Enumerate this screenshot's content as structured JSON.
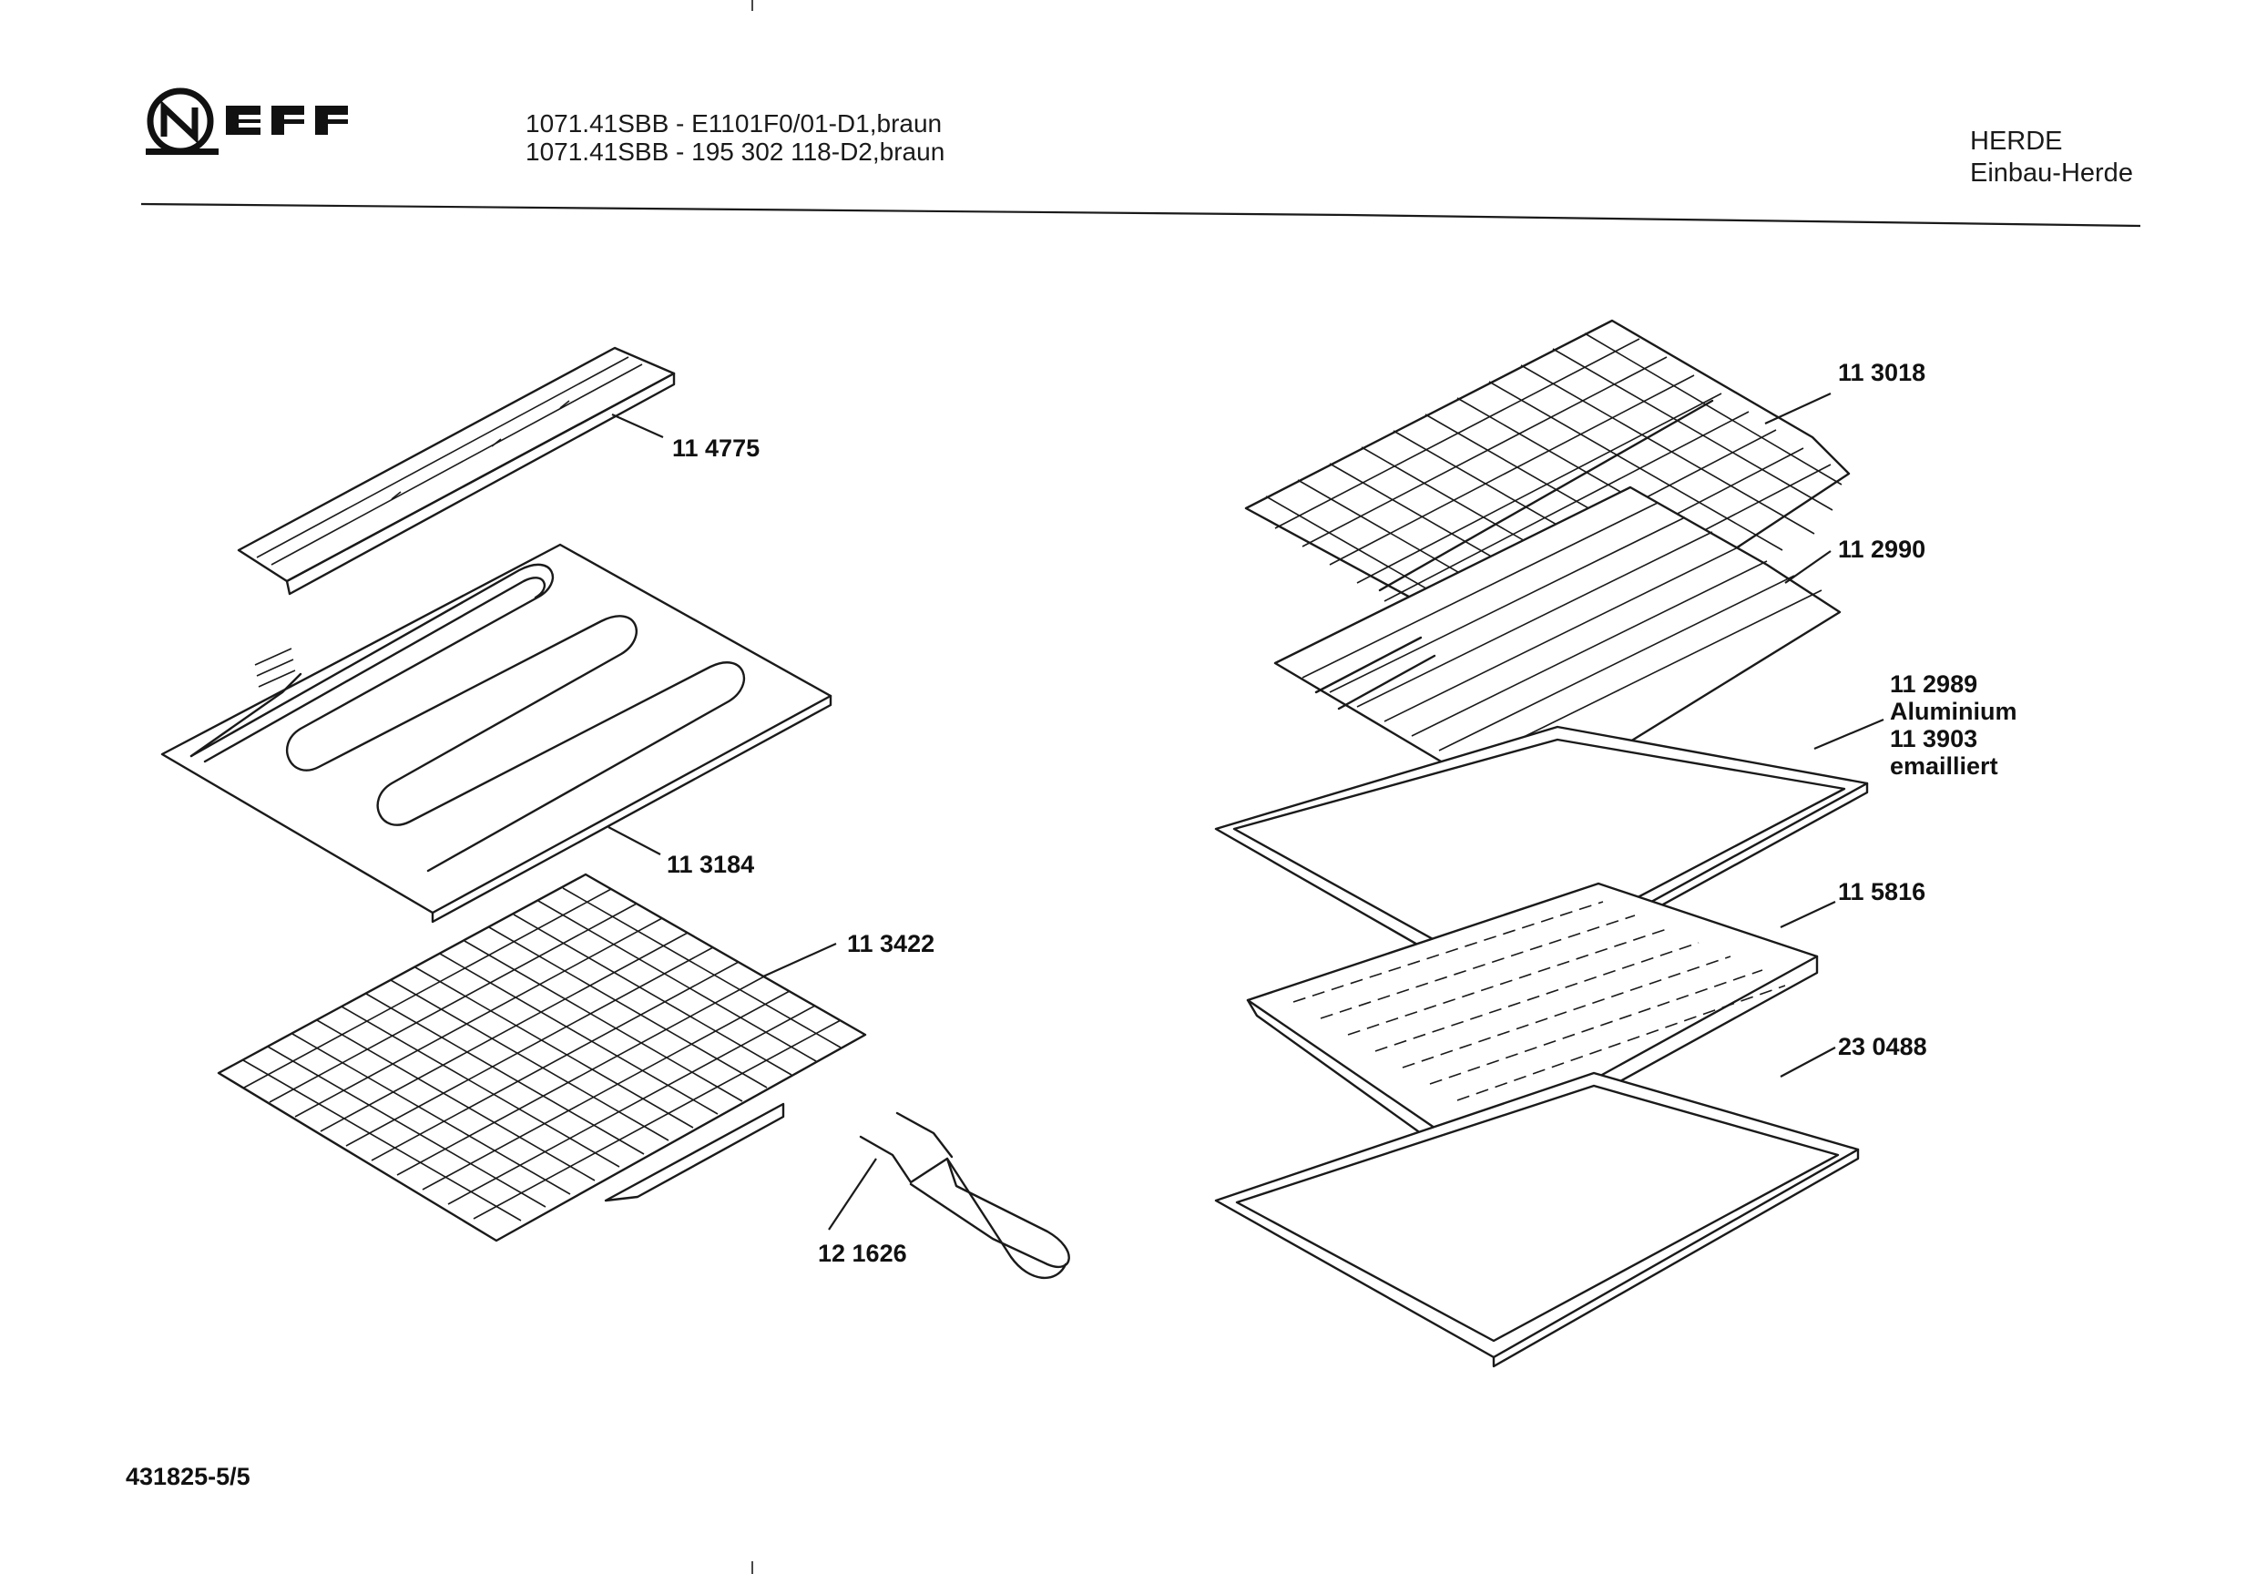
{
  "header": {
    "brand": "NEFF",
    "model_lines": [
      "1071.41SBB - E1101F0/01-D1,braun",
      "1071.41SBB - 195 302 118-D2,braun"
    ],
    "category": "HERDE",
    "subcategory": "Einbau-Herde"
  },
  "parts": [
    {
      "number": "11 4775"
    },
    {
      "number": "11 3184"
    },
    {
      "number": "11 3422"
    },
    {
      "number": "12 1626"
    },
    {
      "number": "11 3018"
    },
    {
      "number": "11 2990"
    },
    {
      "number": "11 2989",
      "note": "Aluminium"
    },
    {
      "number": "11 3903",
      "note": "emailliert"
    },
    {
      "number": "11 5816"
    },
    {
      "number": "23 0488"
    }
  ],
  "footer": {
    "code": "431825-5/5"
  },
  "icons": [
    "neff-logo-icon"
  ]
}
